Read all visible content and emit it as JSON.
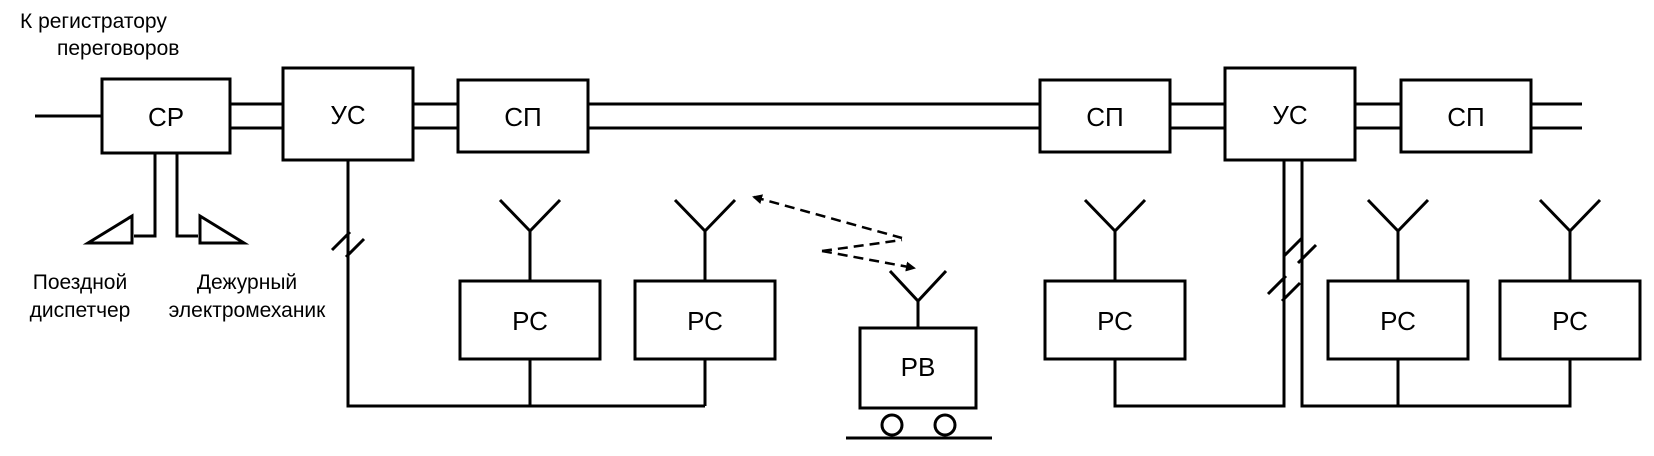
{
  "caption": {
    "recorder_line1": "К регистратору",
    "recorder_line2": "переговоров",
    "dispatcher_line1": "Поездной",
    "dispatcher_line2": "диспетчер",
    "electromechanic_line1": "Дежурный",
    "electromechanic_line2": "электромеханик"
  },
  "blocks": {
    "cp": "СР",
    "us": "УС",
    "sp": "СП",
    "rs": "РС",
    "rv": "РВ"
  }
}
